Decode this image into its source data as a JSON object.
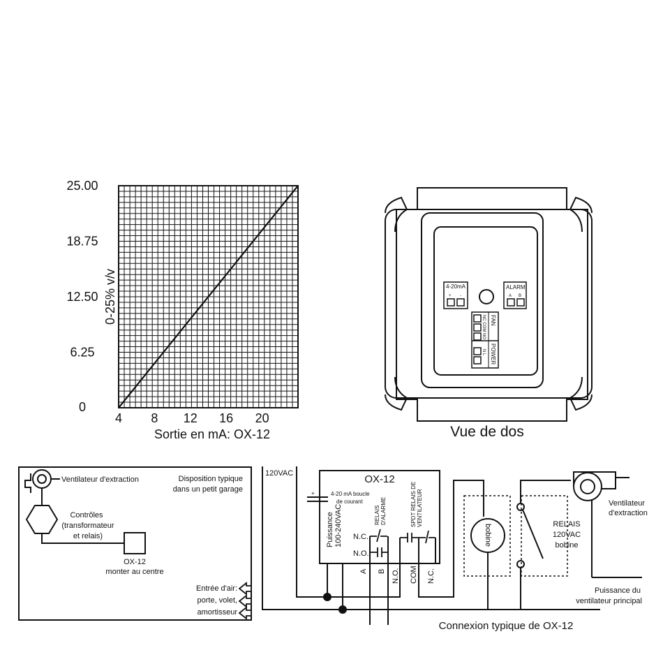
{
  "chart_data": {
    "type": "line",
    "x_ticks": [
      "4",
      "8",
      "12",
      "16",
      "20"
    ],
    "y_ticks": [
      "0",
      "6.25",
      "12.50",
      "18.75",
      "25.00"
    ],
    "xlabel": "Sortie en mA: OX-12",
    "ylabel": "0-25% v/v",
    "xlim": [
      4,
      24
    ],
    "ylim": [
      0,
      25
    ],
    "grid": true,
    "series": [
      {
        "x": [
          4,
          24
        ],
        "y": [
          0,
          25
        ]
      }
    ]
  },
  "back_view": {
    "caption": "Vue de dos",
    "terminal_4_20": "4-20mA",
    "plus": "+",
    "minus": "-",
    "alarm": "ALARM",
    "alarm_a": "A",
    "alarm_b": "B",
    "fan": "FAN",
    "fan_pins": "NC COM NO",
    "power": "POWER",
    "power_pins": "N L"
  },
  "garage": {
    "layout_note_1": "Disposition typique",
    "layout_note_2": "dans un petit garage",
    "exhaust_fan": "Ventilateur d'extraction",
    "controls_1": "Contrôles",
    "controls_2": "(transformateur",
    "controls_3": "et relais)",
    "ox12_1": "OX-12",
    "ox12_2": "monter au centre",
    "air_1": "Entrée d'air:",
    "air_2": "porte, volet,",
    "air_3": "amortisseur"
  },
  "wiring": {
    "supply": "120VAC",
    "device": "OX-12",
    "loop_1": "4-20 mA boucle",
    "loop_2": "de courant",
    "power_1": "Puissance",
    "power_2": "100-240VAC",
    "alarm_relay_1": "RELAIS",
    "alarm_relay_2": "D'ALARME",
    "fan_relay_1": "SPDT RELAIS DE",
    "fan_relay_2": "VENTILATEUR",
    "nc": "N.C.",
    "no": "N.O.",
    "term_a": "A",
    "term_b": "B",
    "term_no": "N.O.",
    "term_com": "COM",
    "term_nc": "N.C.",
    "coil": "bobine",
    "relay_1": "RELAIS",
    "relay_2": "120VAC",
    "relay_3": "bobine",
    "fan_1": "Ventilateur",
    "fan_2": "d'extraction",
    "main_1": "Puissance du",
    "main_2": "ventilateur principal",
    "caption": "Connexion typique de OX-12"
  }
}
